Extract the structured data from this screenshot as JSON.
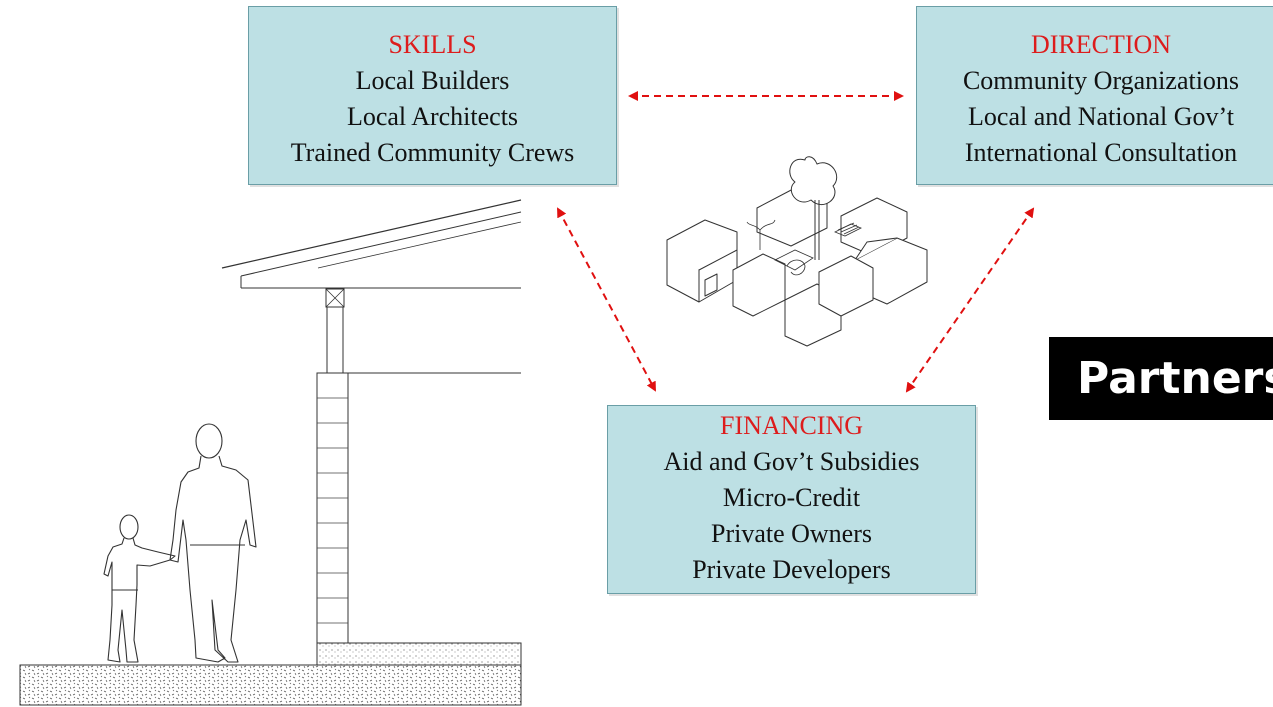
{
  "diagram": {
    "skills": {
      "title": "SKILLS",
      "items": [
        "Local Builders",
        "Local Architects",
        "Trained Community Crews"
      ]
    },
    "direction": {
      "title": "DIRECTION",
      "items": [
        "Community Organizations",
        "Local and National Gov’t",
        "International Consultation"
      ]
    },
    "financing": {
      "title": "FINANCING",
      "items": [
        "Aid and Gov’t Subsidies",
        "Micro-Credit",
        "Private Owners",
        "Private Developers"
      ]
    },
    "side_label": "Partners",
    "colors": {
      "box_fill": "#bde0e4",
      "box_border": "#6a9ea6",
      "heading": "#dd1c1c",
      "arrow": "#e01010",
      "label_bg": "#000000"
    }
  }
}
